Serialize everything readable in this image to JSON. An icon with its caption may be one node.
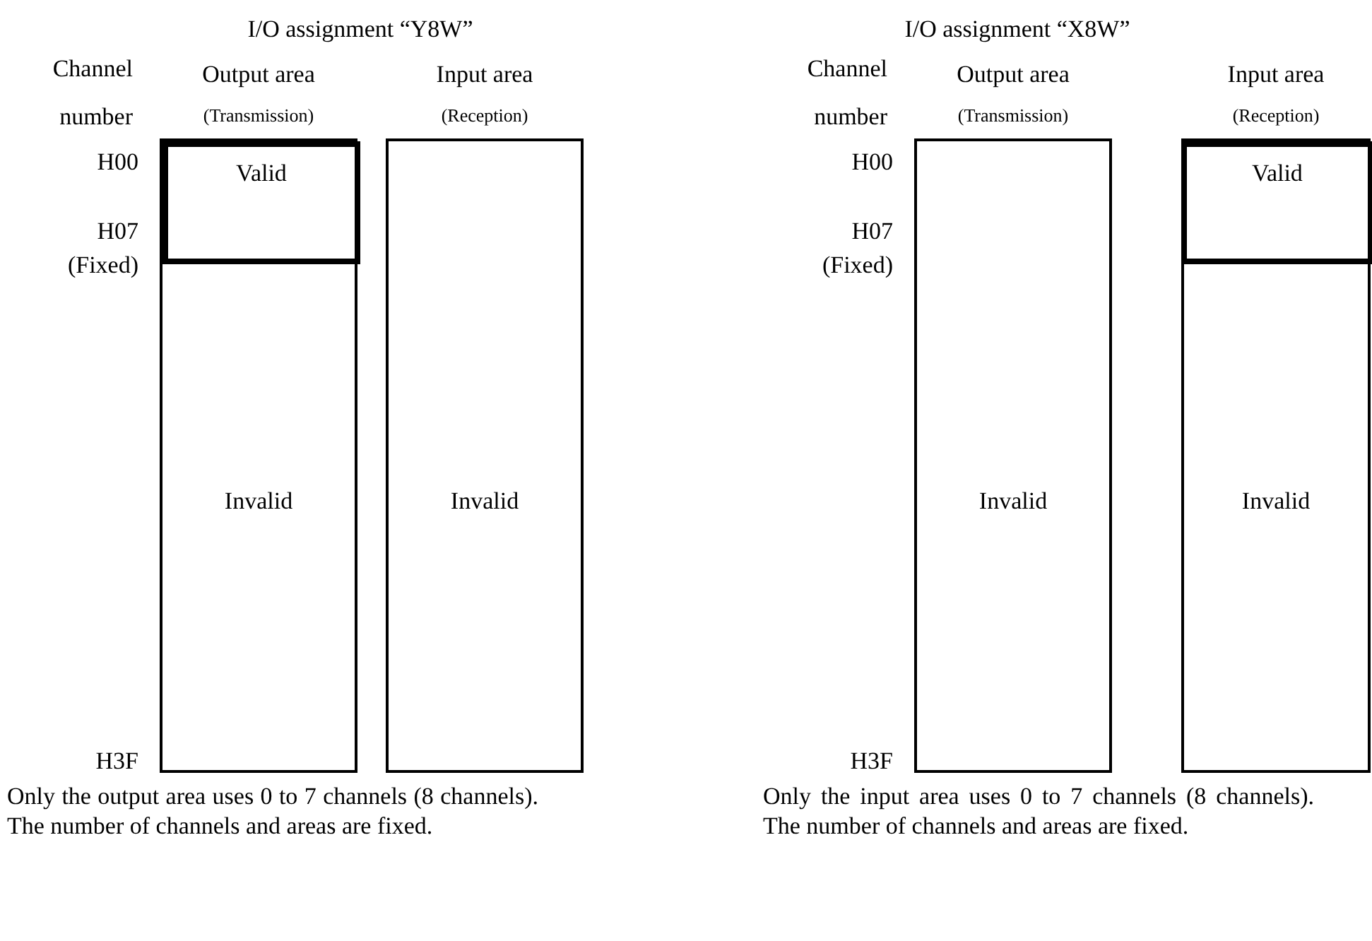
{
  "diagram": {
    "nodes": [
      {
        "text": [
          "Output area",
          "(Transmission)",
          "Invalid"
        ]
      },
      {
        "text": [
          "Valid"
        ],
        "in": 0
      },
      {
        "text": [
          "Input area",
          "(Reception)",
          "Invalid"
        ]
      },
      {
        "text": [
          "Output area",
          "(Transmission)",
          "Invalid"
        ]
      },
      {
        "text": [
          "Input area",
          "(Reception)",
          "Invalid"
        ]
      },
      {
        "text": [
          "Valid"
        ],
        "in": 4
      }
    ],
    "labels": [
      "I/O assignment “Y8W”",
      "Channel",
      "number",
      "H00",
      "H07",
      "(Fixed)",
      "H3F",
      "Only the output area uses 0 to 7 channels (8 channels). The number of channels and areas are fixed.",
      "I/O assignment “X8W”",
      "Channel",
      "number",
      "H00",
      "H07",
      "(Fixed)",
      "H3F",
      "Only the input area uses 0 to 7 channels (8 channels). The number of channels and areas are fixed."
    ]
  }
}
